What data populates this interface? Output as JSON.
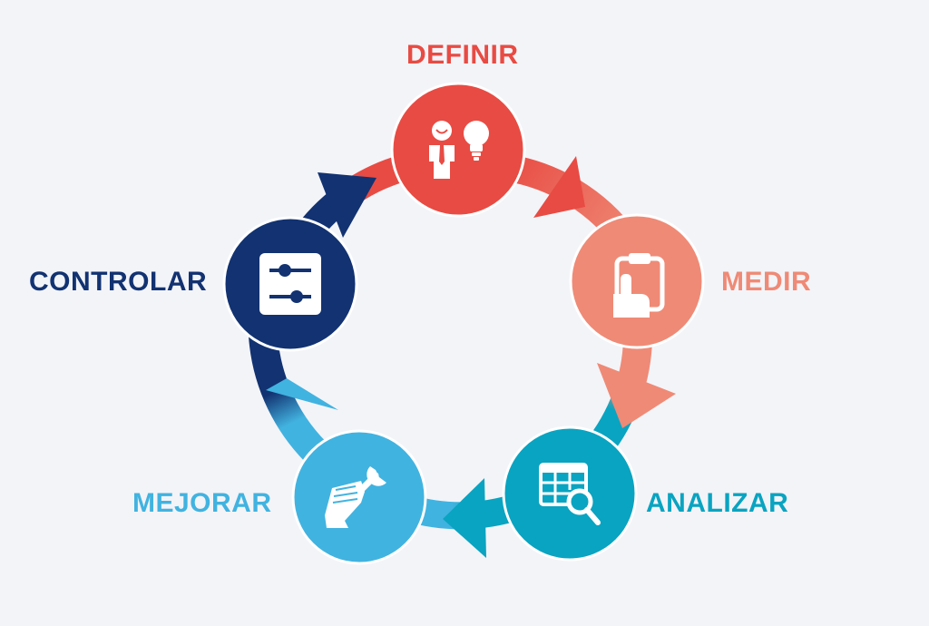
{
  "colors": {
    "background": "#f3f4f8",
    "definir": "#e84b43",
    "medir": "#ef8a76",
    "analizar": "#09a4c1",
    "mejorar": "#41b3e0",
    "controlar": "#123271",
    "icon": "#ffffff"
  },
  "cycle": {
    "stages": [
      {
        "label": "DEFINIR",
        "icon": "person-lightbulb-icon"
      },
      {
        "label": "MEDIR",
        "icon": "clipboard-hand-icon"
      },
      {
        "label": "ANALIZAR",
        "icon": "table-magnifier-icon"
      },
      {
        "label": "MEJORAR",
        "icon": "hand-wrench-icon"
      },
      {
        "label": "CONTROLAR",
        "icon": "sliders-icon"
      }
    ]
  }
}
